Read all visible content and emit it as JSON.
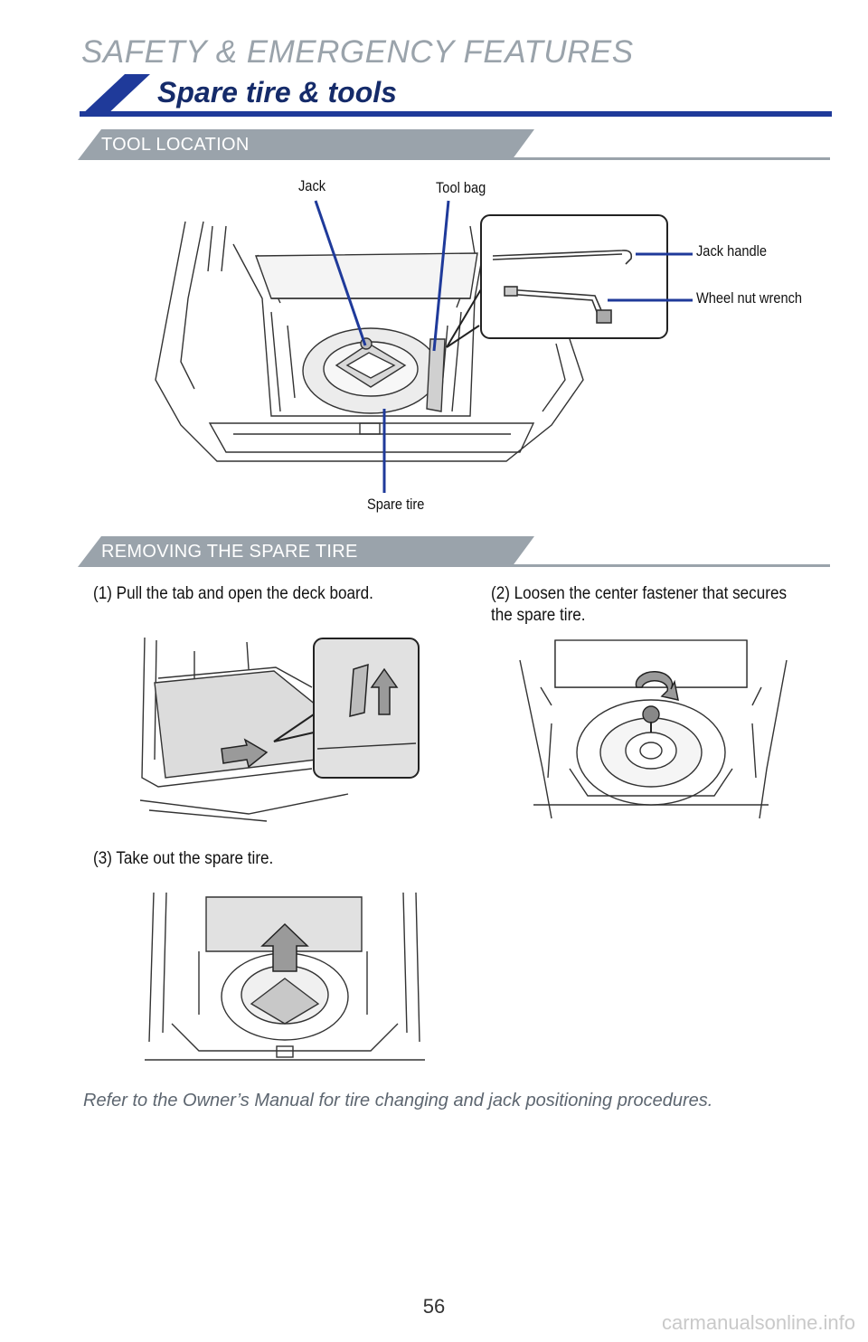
{
  "header": {
    "section_title": "SAFETY & EMERGENCY FEATURES",
    "page_title": "Spare tire & tools",
    "accent_color": "#1f3a9a",
    "title_color": "#152b6a"
  },
  "tool_location": {
    "heading": "TOOL LOCATION",
    "callouts": {
      "jack": "Jack",
      "tool_bag": "Tool bag",
      "jack_handle": "Jack handle",
      "wheel_nut_wrench": "Wheel nut wrench",
      "spare_tire": "Spare tire"
    }
  },
  "removing": {
    "heading": "REMOVING THE SPARE TIRE",
    "steps": [
      {
        "number": "(1)",
        "text": "Pull the tab and open the deck board."
      },
      {
        "number": "(2)",
        "text": "Loosen the center fastener that secures the spare tire."
      },
      {
        "number": "(3)",
        "text": "Take out the spare tire."
      }
    ]
  },
  "footnote": "Refer to the Owner’s Manual for tire changing and jack positioning procedures.",
  "page_number": "56",
  "watermark": "carmanualsonline.info",
  "colors": {
    "subheading_bar": "#9aa3ab",
    "callout_line": "#1f3a9a"
  }
}
